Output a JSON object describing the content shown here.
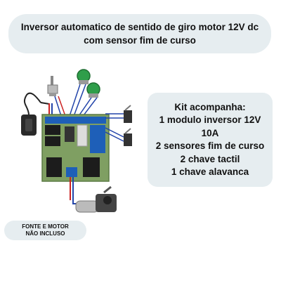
{
  "title": {
    "line1": "Inversor automatico de sentido de giro motor 12V dc",
    "line2": "com sensor fim de curso"
  },
  "kit": {
    "lines": [
      "Kit acompanha:",
      "1 modulo inversor 12V",
      "10A",
      "2 sensores fim de curso",
      "2 chave tactil",
      "1 chave alavanca"
    ]
  },
  "note": {
    "line1": "FONTE E MOTOR",
    "line2": "NÃO INCLUSO"
  },
  "colors": {
    "panel_bg": "#e6edf0",
    "pcb_green": "#7f9f62",
    "relay_black": "#1c1c1c",
    "terminal_blue": "#1e5fb8",
    "wire_red": "#cc2222",
    "wire_blue": "#2244aa",
    "button_green": "#2f9e4a"
  },
  "icons": [
    "power-adapter-icon",
    "toggle-switch-icon",
    "push-button-icon",
    "limit-switch-icon",
    "dc-gear-motor-icon",
    "relay-board-icon"
  ]
}
